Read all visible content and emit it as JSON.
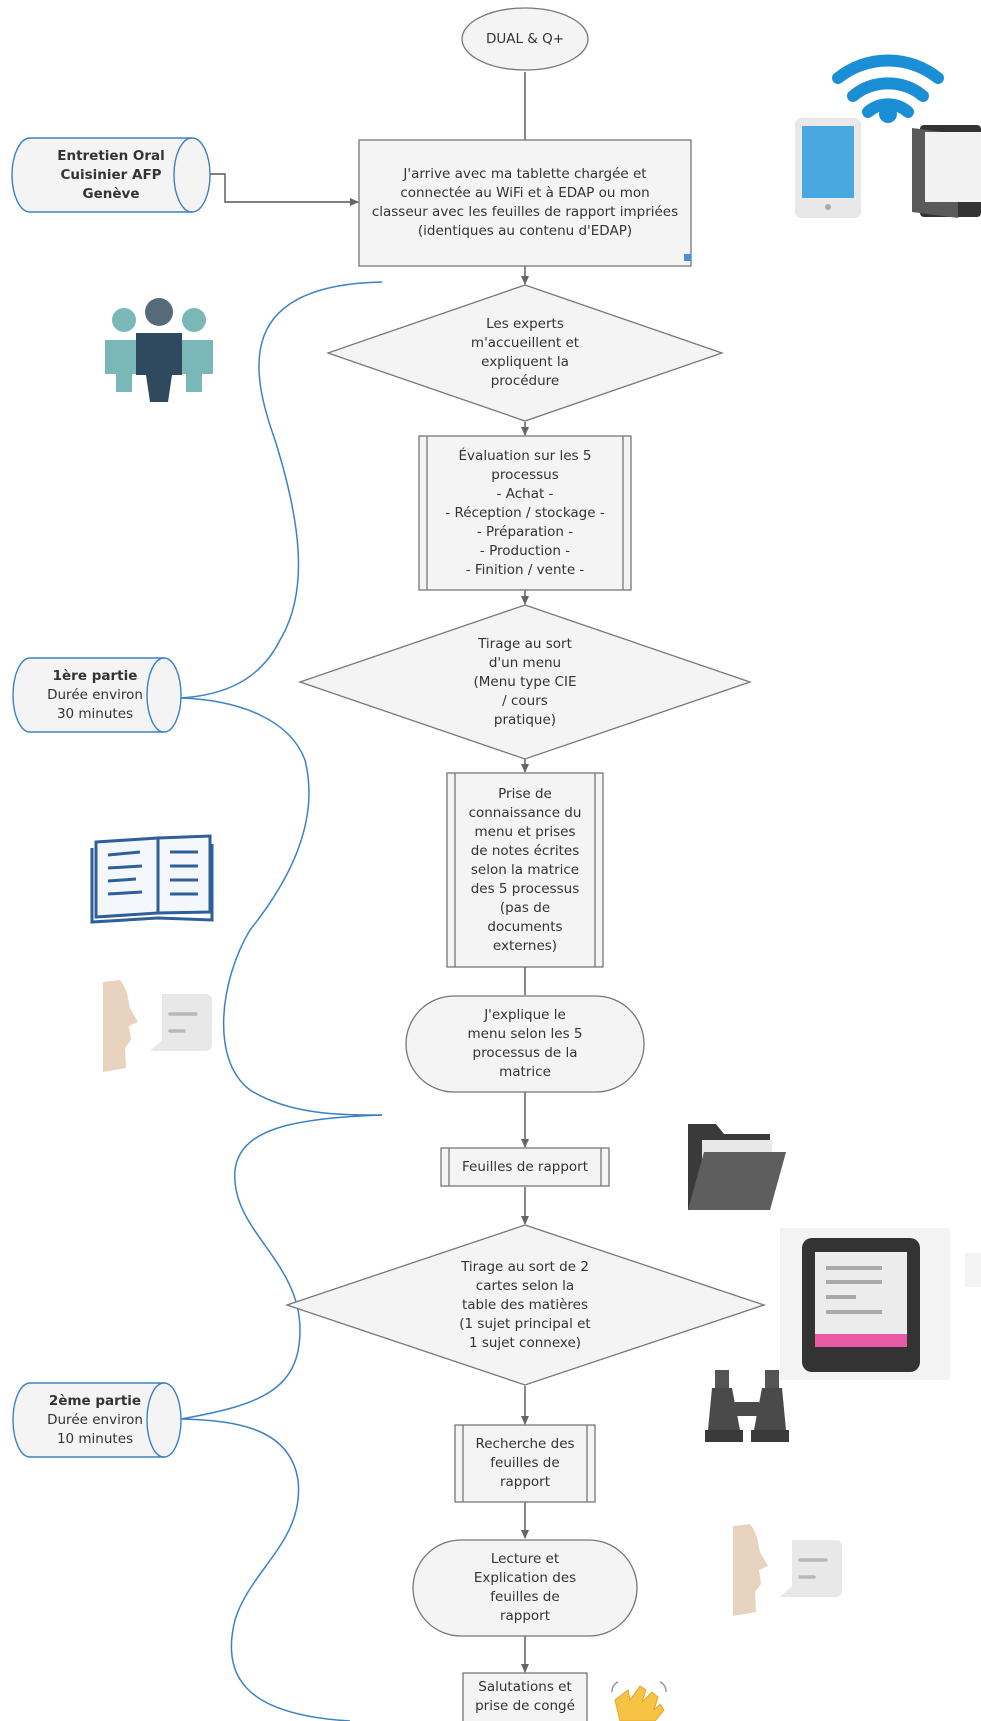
{
  "nodes": {
    "start": "DUAL & Q+",
    "arrive": "J'arrive avec ma tablette chargée et\nconnectée au WiFi et à EDAP ou mon\nclasseur avec les feuilles de rapport impriées\n(identiques au contenu d'EDAP)",
    "experts": "Les experts\nm'accueillent et\nexpliquent la\nprocédure",
    "evaluation": "Évaluation sur les 5\nprocessus\n- Achat -\n- Réception / stockage -\n- Préparation -\n- Production -\n- Finition / vente -",
    "tirage_menu": "Tirage au sort\nd'un menu\n(Menu type CIE\n/ cours\npratique)",
    "prise": "Prise de\nconnaissance du\nmenu et prises\nde notes écrites\nselon la matrice\ndes 5 processus\n(pas de\ndocuments\nexternes)",
    "explique": "J'explique le\nmenu selon les 5\nprocessus de la\nmatrice",
    "feuilles": "Feuilles de rapport",
    "tirage_cartes": "Tirage au sort de 2\ncartes selon la\ntable des matières\n(1 sujet principal et\n1 sujet connexe)",
    "recherche": "Recherche des\nfeuilles de\nrapport",
    "lecture": "Lecture et\nExplication des\nfeuilles de\nrapport",
    "salutations": "Salutations et\nprise de congé"
  },
  "side_notes": {
    "entretien": {
      "title": "Entretien Oral\nCuisinier AFP\nGenève"
    },
    "partie1": {
      "title": "1ère partie",
      "duration": "Durée environ\n30 minutes"
    },
    "partie2": {
      "title": "2ème partie",
      "duration": "Durée environ\n10 minutes"
    }
  },
  "icons": [
    "wifi-icon",
    "tablet-icon",
    "binder-icon",
    "people-icon",
    "open-book-icon",
    "speaking-icon",
    "folder-icon",
    "ereader-icon",
    "binoculars-icon",
    "speaking-icon",
    "waving-hand-icon"
  ],
  "colors": {
    "node_fill": "#f4f4f4",
    "node_stroke": "#777777",
    "brace": "#3b82c4",
    "wifi": "#1a8fd6",
    "tablet": "#4aa8e0",
    "teal": "#7ab8b8",
    "navy": "#2f4a5e",
    "dark_gray": "#555555",
    "ereader_accent": "#e85aa6",
    "skin": "#e8d3be"
  }
}
